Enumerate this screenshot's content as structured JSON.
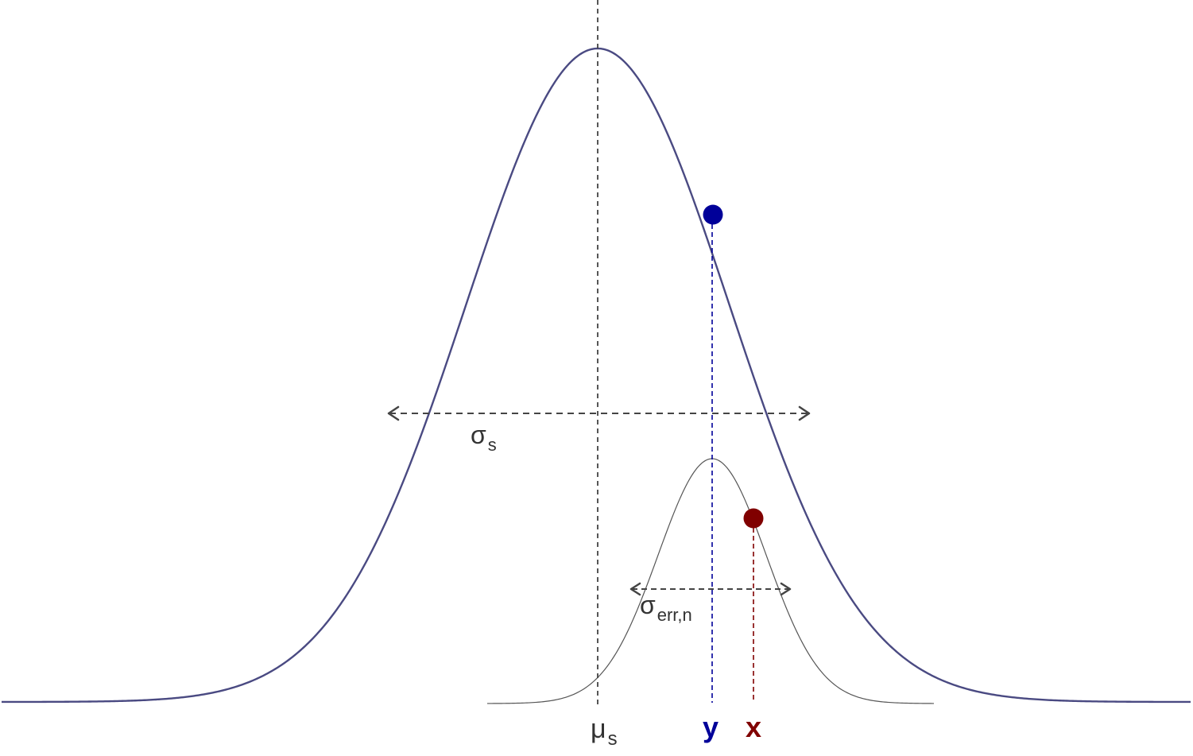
{
  "colors": {
    "background": "#ffffff",
    "prior_curve": "#4a4a82",
    "likelihood_curve": "#555555",
    "guide_line": "#444444",
    "y_point": "#000099",
    "x_point": "#800000",
    "label_text": "#333333"
  },
  "labels": {
    "mu": "μ",
    "mu_sub": "s",
    "sigma_s": "σ",
    "sigma_s_sub": "s",
    "sigma_err": "σ",
    "sigma_err_sub": "err,n",
    "y": "y",
    "x": "x"
  },
  "icons": {
    "y_point": "filled-circle",
    "x_point": "filled-circle",
    "arrow_heads": "chevron-arrowheads"
  }
}
